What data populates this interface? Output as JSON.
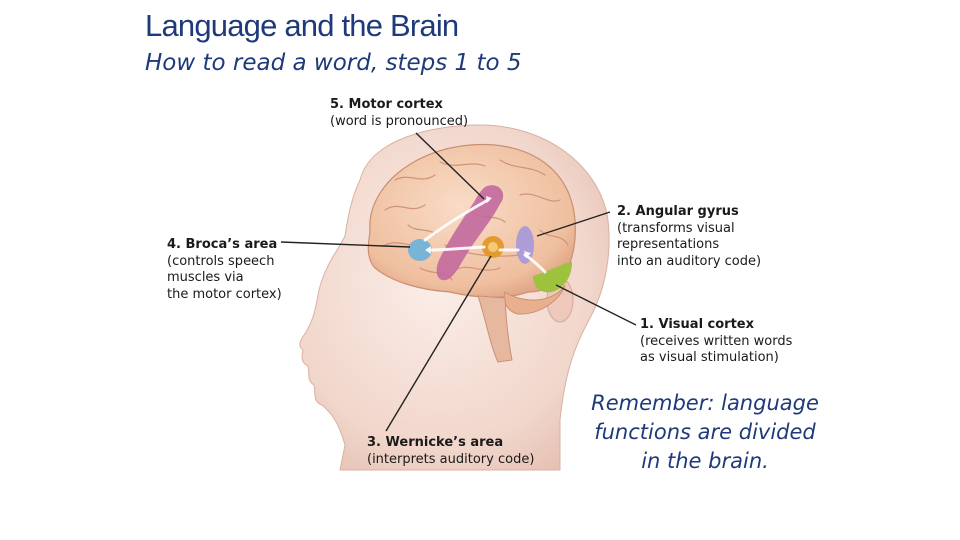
{
  "title": "Language and the Brain",
  "subtitle": "How to read a word, steps 1 to 5",
  "labels": {
    "motor": {
      "title": "5. Motor cortex",
      "desc": [
        "(word is pronounced)"
      ]
    },
    "angular": {
      "title": "2. Angular gyrus",
      "desc": [
        "(transforms visual",
        "representations",
        "into an auditory code)"
      ]
    },
    "broca": {
      "title": "4. Broca’s area",
      "desc": [
        "(controls speech",
        "muscles via",
        "the motor cortex)"
      ]
    },
    "visual": {
      "title": "1. Visual cortex",
      "desc": [
        "(receives written words",
        "as visual stimulation)"
      ]
    },
    "wernicke": {
      "title": "3. Wernicke’s area",
      "desc": [
        "(interprets auditory code)"
      ]
    }
  },
  "reminder": [
    "Remember: language",
    "functions are divided",
    "in the brain."
  ],
  "colors": {
    "title": "#1f3a7a",
    "motor_cortex": "#c2679e",
    "angular_gyrus": "#a99ad8",
    "broca_area": "#79b3d6",
    "visual_cortex": "#9cc23e",
    "wernicke_area": "#e39a2e",
    "brain": "#f2c4a8",
    "skin": "#f4ddd4"
  }
}
